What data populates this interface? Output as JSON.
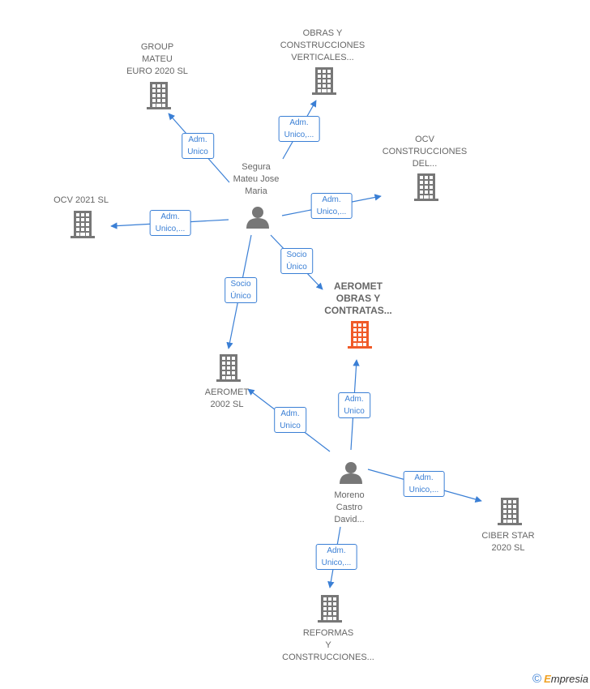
{
  "colors": {
    "edge": "#3a7fd5",
    "company_icon": "#777777",
    "focus_icon": "#f05a28",
    "person_icon": "#777777"
  },
  "nodes": [
    {
      "id": "group_mateu",
      "type": "company",
      "label": "GROUP\nMATEU\nEURO 2020  SL"
    },
    {
      "id": "obras_verticales",
      "type": "company",
      "label": "OBRAS Y\nCONSTRUCCIONES\nVERTICALES..."
    },
    {
      "id": "ocv_construcciones",
      "type": "company",
      "label": "OCV\nCONSTRUCCIONES\nDEL..."
    },
    {
      "id": "ocv_2021",
      "type": "company",
      "label": "OCV 2021  SL"
    },
    {
      "id": "segura",
      "type": "person",
      "label": "Segura\nMateu Jose\nMaria"
    },
    {
      "id": "aeromet_obras",
      "type": "company",
      "focus": true,
      "label": "AEROMET\nOBRAS Y\nCONTRATAS..."
    },
    {
      "id": "aeromet_2002",
      "type": "company",
      "label": "AEROMET\n2002  SL"
    },
    {
      "id": "moreno",
      "type": "person",
      "label": "Moreno\nCastro\nDavid..."
    },
    {
      "id": "ciber_star",
      "type": "company",
      "label": "CIBER STAR\n2020  SL"
    },
    {
      "id": "reformas",
      "type": "company",
      "label": "REFORMAS\nY\nCONSTRUCCIONES..."
    }
  ],
  "edges": [
    {
      "from": "segura",
      "to": "group_mateu",
      "label": "Adm.\nUnico"
    },
    {
      "from": "segura",
      "to": "obras_verticales",
      "label": "Adm.\nUnico,..."
    },
    {
      "from": "segura",
      "to": "ocv_construcciones",
      "label": "Adm.\nUnico,..."
    },
    {
      "from": "segura",
      "to": "ocv_2021",
      "label": "Adm.\nUnico,..."
    },
    {
      "from": "segura",
      "to": "aeromet_obras",
      "label": "Socio\nÚnico"
    },
    {
      "from": "segura",
      "to": "aeromet_2002",
      "label": "Socio\nÚnico"
    },
    {
      "from": "moreno",
      "to": "aeromet_2002",
      "label": "Adm.\nUnico"
    },
    {
      "from": "moreno",
      "to": "aeromet_obras",
      "label": "Adm.\nUnico"
    },
    {
      "from": "moreno",
      "to": "ciber_star",
      "label": "Adm.\nUnico,..."
    },
    {
      "from": "moreno",
      "to": "reformas",
      "label": "Adm.\nUnico,..."
    }
  ],
  "footer": {
    "copyright_symbol": "©",
    "brand_initial": "E",
    "brand_rest": "mpresia"
  }
}
